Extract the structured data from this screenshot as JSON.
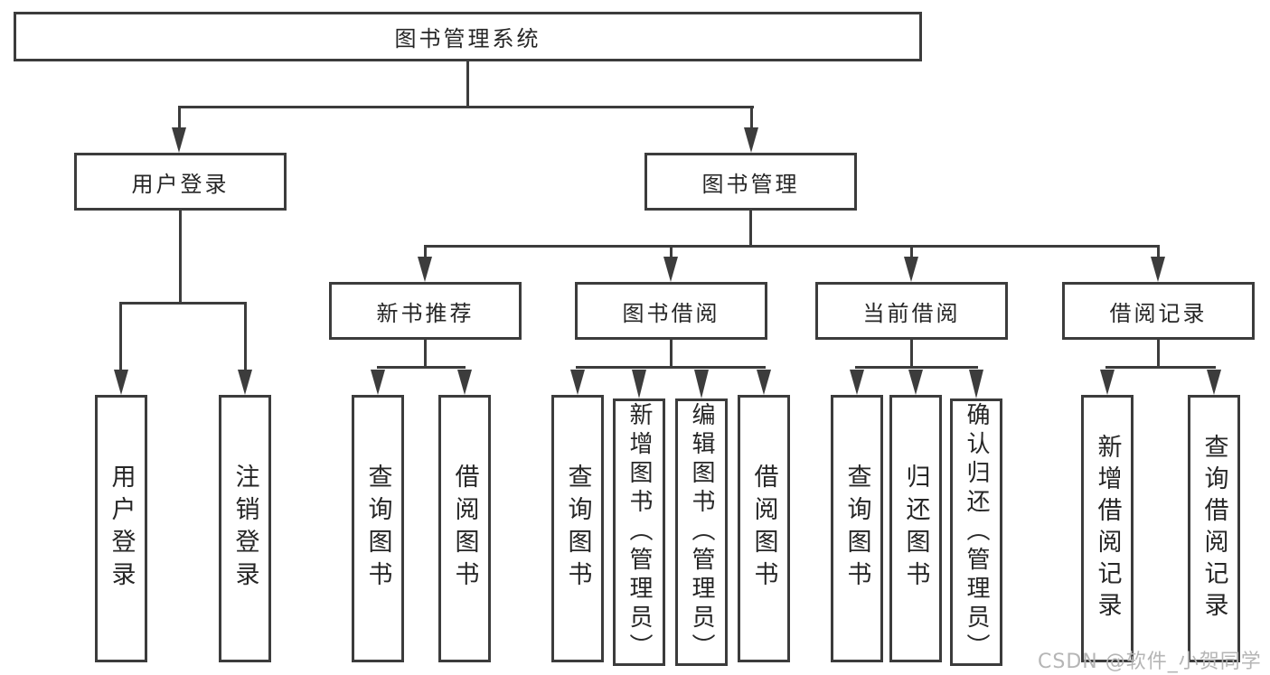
{
  "diagram": {
    "root": {
      "label": "图书管理系统"
    },
    "login_branch": {
      "label": "用户登录",
      "leaves": [
        "用户登录",
        "注销登录"
      ]
    },
    "manage_branch": {
      "label": "图书管理",
      "sections": [
        {
          "label": "新书推荐",
          "leaves": [
            "查询图书",
            "借阅图书"
          ]
        },
        {
          "label": "图书借阅",
          "leaves": [
            "查询图书",
            "新增图书（管理员）",
            "编辑图书（管理员）",
            "借阅图书"
          ]
        },
        {
          "label": "当前借阅",
          "leaves": [
            "查询图书",
            "归还图书",
            "确认归还（管理员）"
          ]
        },
        {
          "label": "借阅记录",
          "leaves": [
            "新增借阅记录",
            "查询借阅记录"
          ]
        }
      ]
    },
    "watermark": "CSDN @软件_小贺同学",
    "colors": {
      "line": "#3c3c3c",
      "text": "#262626",
      "box_fill": "#ffffff",
      "watermark": "#b5b5b5",
      "background": "#ffffff"
    }
  }
}
